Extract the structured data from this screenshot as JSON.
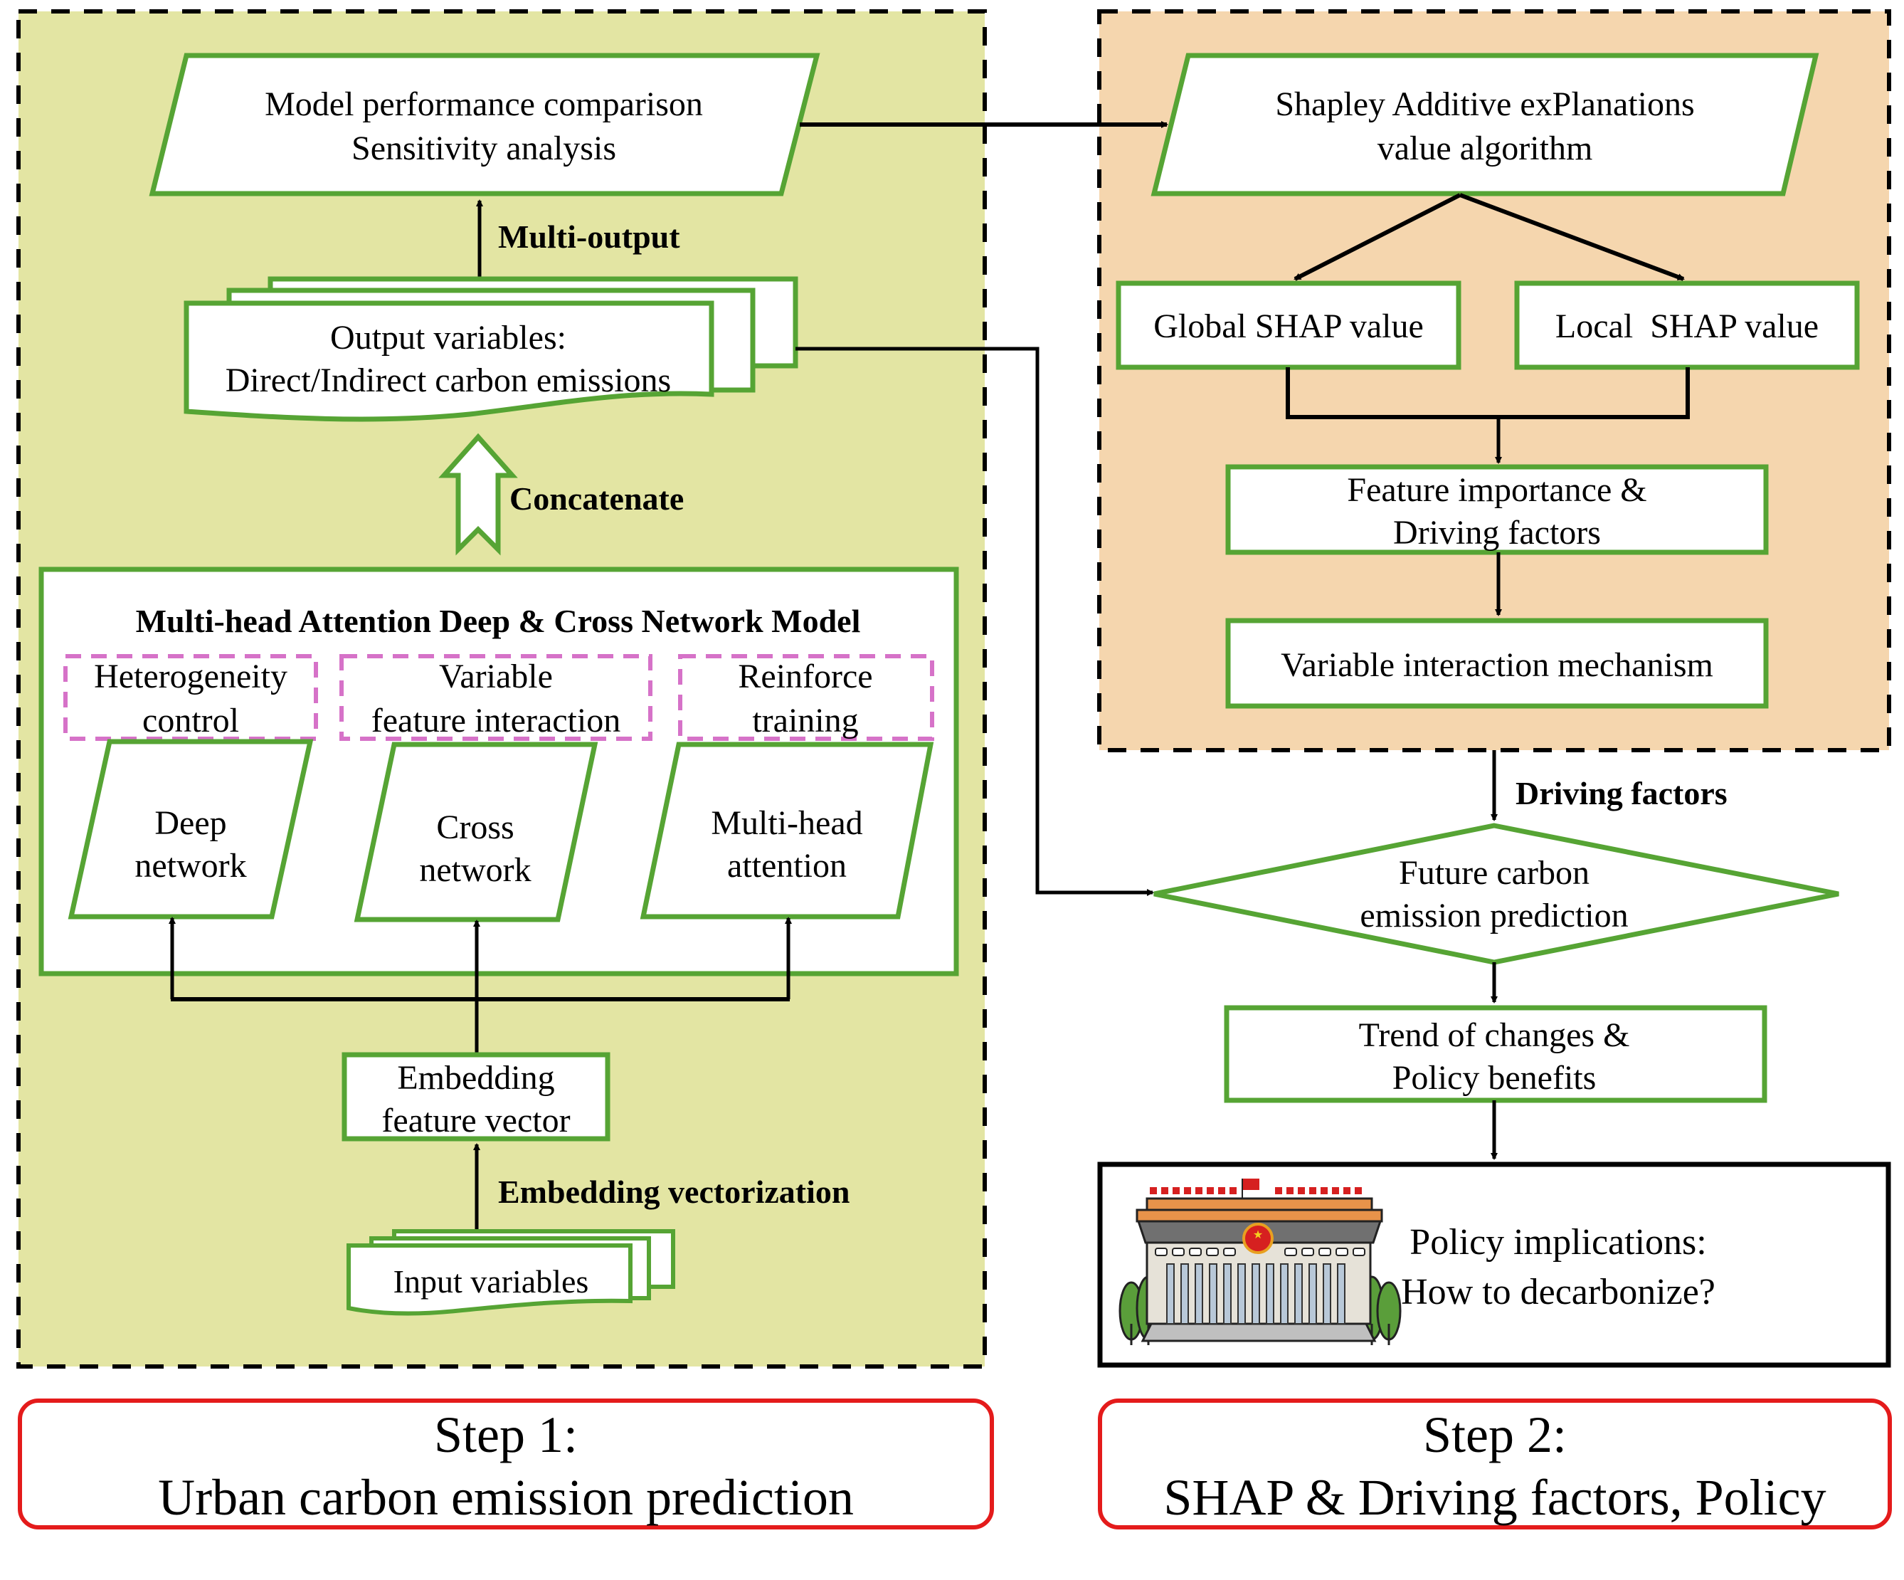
{
  "colors": {
    "step1_panel_bg": "#e3e5a3",
    "step2_panel_bg": "#f5d6ae",
    "node_border": "#56a434",
    "module_border": "#d672c8",
    "step_label_border": "#e41b1b",
    "connector": "#000000"
  },
  "step1": {
    "model_performance": {
      "line1": "Model performance comparison",
      "line2": "Sensitivity analysis"
    },
    "multi_output_label": "Multi-output",
    "output_variables": {
      "line1": "Output variables:",
      "line2": "Direct/Indirect carbon emissions"
    },
    "concatenate_label": "Concatenate",
    "model_box": {
      "title": "Multi-head Attention Deep & Cross Network Model",
      "modules": [
        {
          "line1": "Heterogeneity",
          "line2": "control"
        },
        {
          "line1": "Variable",
          "line2": "feature interaction"
        },
        {
          "line1": "Reinforce",
          "line2": "training"
        }
      ],
      "networks": [
        {
          "line1": "Deep",
          "line2": "network"
        },
        {
          "line1": "Cross",
          "line2": "network"
        },
        {
          "line1": "Multi-head",
          "line2": "attention"
        }
      ]
    },
    "embedding": {
      "line1": "Embedding",
      "line2": "feature vector"
    },
    "embedding_label": "Embedding vectorization",
    "input_variables": "Input variables",
    "step_label": {
      "line1": "Step 1:",
      "line2": "Urban carbon emission prediction"
    }
  },
  "step2": {
    "shap_algorithm": {
      "line1": "Shapley Additive exPlanations",
      "line2": "value algorithm"
    },
    "global_shap": "Global SHAP value",
    "local_shap": "Local  SHAP value",
    "feature_importance": {
      "line1": "Feature importance &",
      "line2": "Driving factors"
    },
    "variable_interaction": "Variable interaction mechanism",
    "driving_factors_label": "Driving factors",
    "future_prediction": {
      "line1": "Future carbon",
      "line2": "emission prediction"
    },
    "trend": {
      "line1": "Trend of changes &",
      "line2": "Policy benefits"
    },
    "policy": {
      "icon": "government-building-icon",
      "line1": "Policy implications:",
      "line2": "How to decarbonize?"
    },
    "step_label": {
      "line1": "Step 2:",
      "line2": "SHAP & Driving factors, Policy"
    }
  }
}
